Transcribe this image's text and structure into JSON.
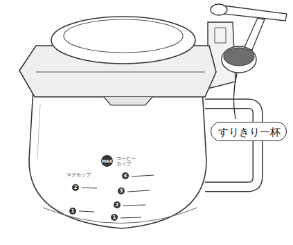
{
  "diagram": {
    "nodes": [
      {
        "text": [
          "すりきり一杯"
        ]
      }
    ],
    "labels": [
      "MAX",
      "コーヒーカップ",
      "4",
      "3",
      "2",
      "1",
      "マグカップ",
      "2",
      "1"
    ]
  }
}
